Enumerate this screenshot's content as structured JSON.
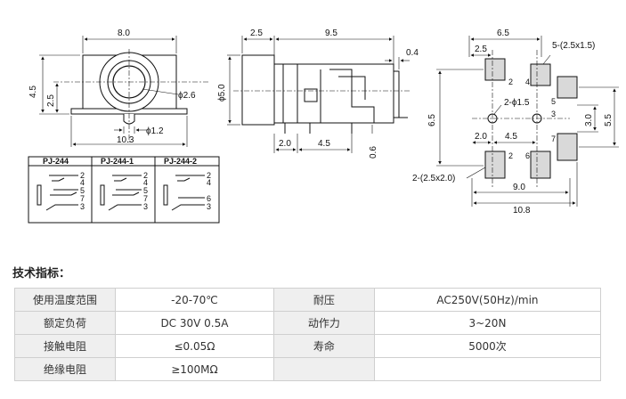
{
  "front_view": {
    "dims": {
      "width": "8.0",
      "height": "4.5",
      "height2": "2.5",
      "hole": "ϕ2.6",
      "pin": "ϕ1.2",
      "base": "10.3"
    }
  },
  "side_view": {
    "dims": {
      "a": "2.5",
      "b": "9.5",
      "c": "0.4",
      "d": "ϕ5.0",
      "e": "2.0",
      "f": "4.5",
      "g": "0.6"
    }
  },
  "pcb_view": {
    "dims": {
      "top": "6.5",
      "top_left": "2.5",
      "pads": "5-(2.5x1.5)",
      "holes": "2-ϕ1.5",
      "left": "6.5",
      "inner1": "2.0",
      "inner2": "4.5",
      "r1": "3.0",
      "r2": "5.5",
      "bottom_pads": "2-(2.5x2.0)",
      "w1": "9.0",
      "w2": "10.8"
    },
    "pin_labels": [
      "2",
      "4",
      "5",
      "3",
      "7",
      "2",
      "6"
    ]
  },
  "schematic_table": {
    "headers": [
      "PJ-244",
      "PJ-244-1",
      "PJ-244-2"
    ],
    "col1_pins": [
      "2",
      "4",
      "5",
      "7",
      "3"
    ],
    "col2_pins": [
      "2",
      "4",
      "5",
      "7",
      "3"
    ],
    "col3_pins": [
      "2",
      "4",
      "6",
      "3"
    ]
  },
  "specs": {
    "title": "技术指标：",
    "rows": [
      {
        "l1": "使用温度范围",
        "v1": "-20-70℃",
        "l2": "耐压",
        "v2": "AC250V(50Hz)/min"
      },
      {
        "l1": "额定负荷",
        "v1": "DC 30V 0.5A",
        "l2": "动作力",
        "v2": "3~20N"
      },
      {
        "l1": "接触电阻",
        "v1": "≤0.05Ω",
        "l2": "寿命",
        "v2": "5000次"
      },
      {
        "l1": "绝缘电阻",
        "v1": "≥100MΩ",
        "l2": "",
        "v2": ""
      }
    ]
  }
}
